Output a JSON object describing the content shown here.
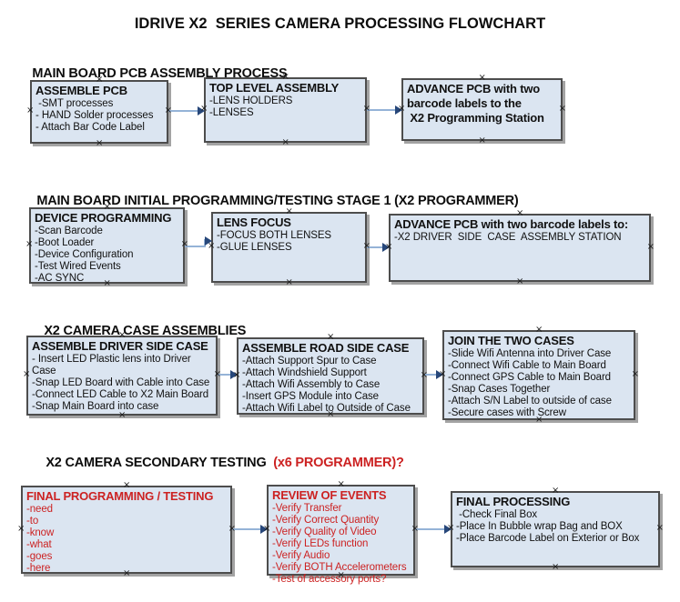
{
  "title": "IDRIVE X2  SERIES CAMERA PROCESSING FLOWCHART",
  "icons": {
    "handle": "×"
  },
  "colors": {
    "box_fill": "#dbe5f1",
    "box_border": "#4d4d4d",
    "arrow_line": "#95b3d7",
    "arrow_head": "#27477a",
    "red": "#cc2222",
    "text": "#111111"
  },
  "sections": [
    {
      "heading": "MAIN BOARD PCB ASSEMBLY PROCESS",
      "boxes": [
        {
          "title": "ASSEMBLE PCB",
          "items": [
            " -SMT processes",
            "- HAND Solder processes",
            "- Attach Bar Code Label"
          ]
        },
        {
          "title": "TOP LEVEL ASSEMBLY",
          "items": [
            "-LENS HOLDERS",
            "-LENSES"
          ]
        },
        {
          "title": "ADVANCE PCB with two\nbarcode labels to the\n X2 Programming Station",
          "items": []
        }
      ]
    },
    {
      "heading": "MAIN BOARD INITIAL PROGRAMMING/TESTING STAGE 1 (X2 PROGRAMMER)",
      "boxes": [
        {
          "title": "DEVICE PROGRAMMING",
          "items": [
            "-Scan Barcode",
            "-Boot Loader",
            "-Device Configuration",
            "-Test Wired Events",
            "-AC SYNC"
          ]
        },
        {
          "title": "LENS FOCUS",
          "items": [
            "-FOCUS BOTH LENSES",
            "-GLUE LENSES"
          ]
        },
        {
          "title": "ADVANCE PCB with two barcode labels to:",
          "items": [
            "-X2 DRIVER  SIDE  CASE  ASSEMBLY STATION"
          ]
        }
      ]
    },
    {
      "heading": "X2 CAMERA CASE ASSEMBLIES",
      "boxes": [
        {
          "title": "ASSEMBLE DRIVER SIDE CASE",
          "items": [
            "- Insert LED Plastic lens into Driver Case",
            "-Snap LED Board with Cable into Case",
            "-Connect LED Cable to X2 Main Board",
            "-Snap Main Board into case"
          ]
        },
        {
          "title": "ASSEMBLE ROAD SIDE CASE",
          "items": [
            "-Attach Support Spur to Case",
            "-Attach Windshield Support",
            "-Attach Wifi Assembly to Case",
            "-Insert GPS Module into Case",
            "-Attach Wifi Label to Outside of Case"
          ]
        },
        {
          "title": "JOIN THE TWO CASES",
          "items": [
            "-Slide Wifi Antenna into Driver Case",
            "-Connect Wifi Cable to Main Board",
            "-Connect GPS Cable to Main Board",
            "-Snap Cases Together",
            "-Attach S/N Label to outside of case",
            "-Secure cases with Screw"
          ]
        }
      ]
    },
    {
      "heading": "X2 CAMERA SECONDARY TESTING ",
      "heading_suffix": " (x6 PROGRAMMER)?",
      "boxes": [
        {
          "title": "FINAL PROGRAMMING / TESTING",
          "text_color": "#cc2222",
          "items": [
            "-need",
            "-to",
            "-know",
            "-what",
            "-goes",
            "-here"
          ]
        },
        {
          "title": "REVIEW OF EVENTS",
          "text_color": "#cc2222",
          "items": [
            "-Verify Transfer",
            "-Verify Correct Quantity",
            "-Verify Quality of Video",
            "-Verify LEDs function",
            "-Verify Audio",
            "-Verify BOTH Accelerometers",
            "-Test of accessory ports?"
          ]
        },
        {
          "title": "FINAL PROCESSING",
          "items": [
            " -Check Final Box",
            "-Place In Bubble wrap Bag and BOX",
            "-Place Barcode Label on Exterior or Box"
          ]
        }
      ]
    }
  ]
}
